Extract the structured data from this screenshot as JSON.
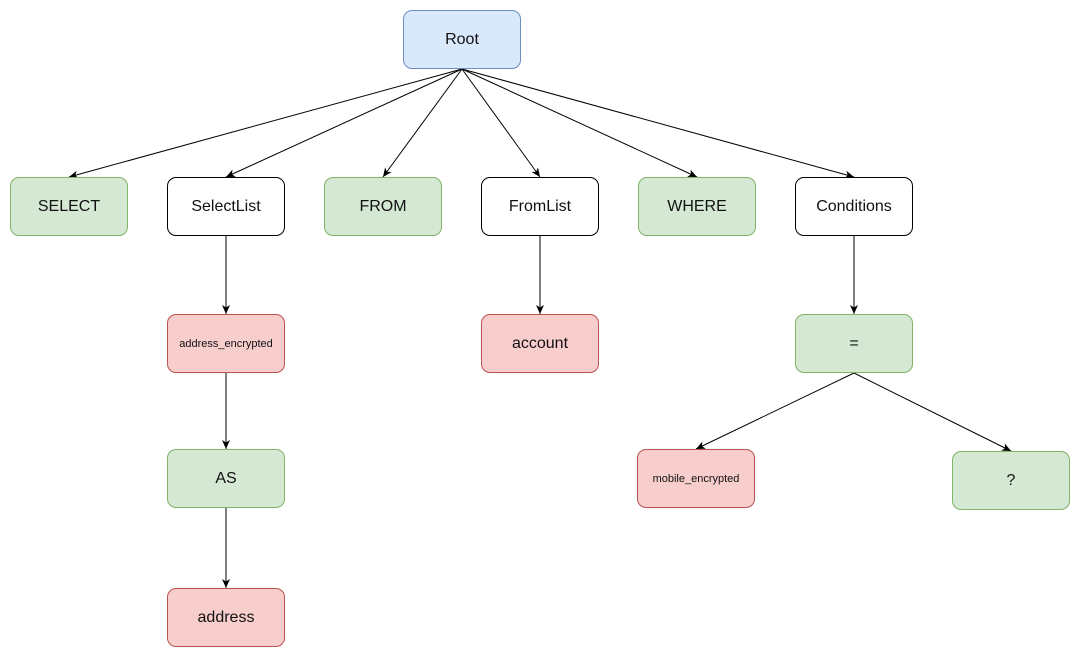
{
  "colors": {
    "root_fill": "#dae8fc",
    "root_stroke": "#6c8ebf",
    "keyword_fill": "#d5e8d4",
    "keyword_stroke": "#82b366",
    "identifier_fill": "#f8cecc",
    "identifier_stroke": "#b85450",
    "plain_fill": "#ffffff",
    "plain_stroke": "#000000",
    "edge": "#000000"
  },
  "nodes": {
    "root": {
      "label": "Root",
      "style": "root"
    },
    "select": {
      "label": "SELECT",
      "style": "keyword"
    },
    "select_list": {
      "label": "SelectList",
      "style": "plain"
    },
    "from": {
      "label": "FROM",
      "style": "keyword"
    },
    "from_list": {
      "label": "FromList",
      "style": "plain"
    },
    "where": {
      "label": "WHERE",
      "style": "keyword"
    },
    "conditions": {
      "label": "Conditions",
      "style": "plain"
    },
    "address_encrypted": {
      "label": "address_encrypted",
      "style": "identifier"
    },
    "account": {
      "label": "account",
      "style": "identifier"
    },
    "equals": {
      "label": "=",
      "style": "keyword"
    },
    "as": {
      "label": "AS",
      "style": "keyword"
    },
    "mobile_encrypted": {
      "label": "mobile_encrypted",
      "style": "identifier"
    },
    "param": {
      "label": "?",
      "style": "keyword"
    },
    "address": {
      "label": "address",
      "style": "identifier"
    }
  },
  "edges": [
    {
      "from": "root",
      "to": "select"
    },
    {
      "from": "root",
      "to": "select_list"
    },
    {
      "from": "root",
      "to": "from"
    },
    {
      "from": "root",
      "to": "from_list"
    },
    {
      "from": "root",
      "to": "where"
    },
    {
      "from": "root",
      "to": "conditions"
    },
    {
      "from": "select_list",
      "to": "address_encrypted"
    },
    {
      "from": "address_encrypted",
      "to": "as"
    },
    {
      "from": "as",
      "to": "address"
    },
    {
      "from": "from_list",
      "to": "account"
    },
    {
      "from": "conditions",
      "to": "equals"
    },
    {
      "from": "equals",
      "to": "mobile_encrypted"
    },
    {
      "from": "equals",
      "to": "param"
    }
  ]
}
